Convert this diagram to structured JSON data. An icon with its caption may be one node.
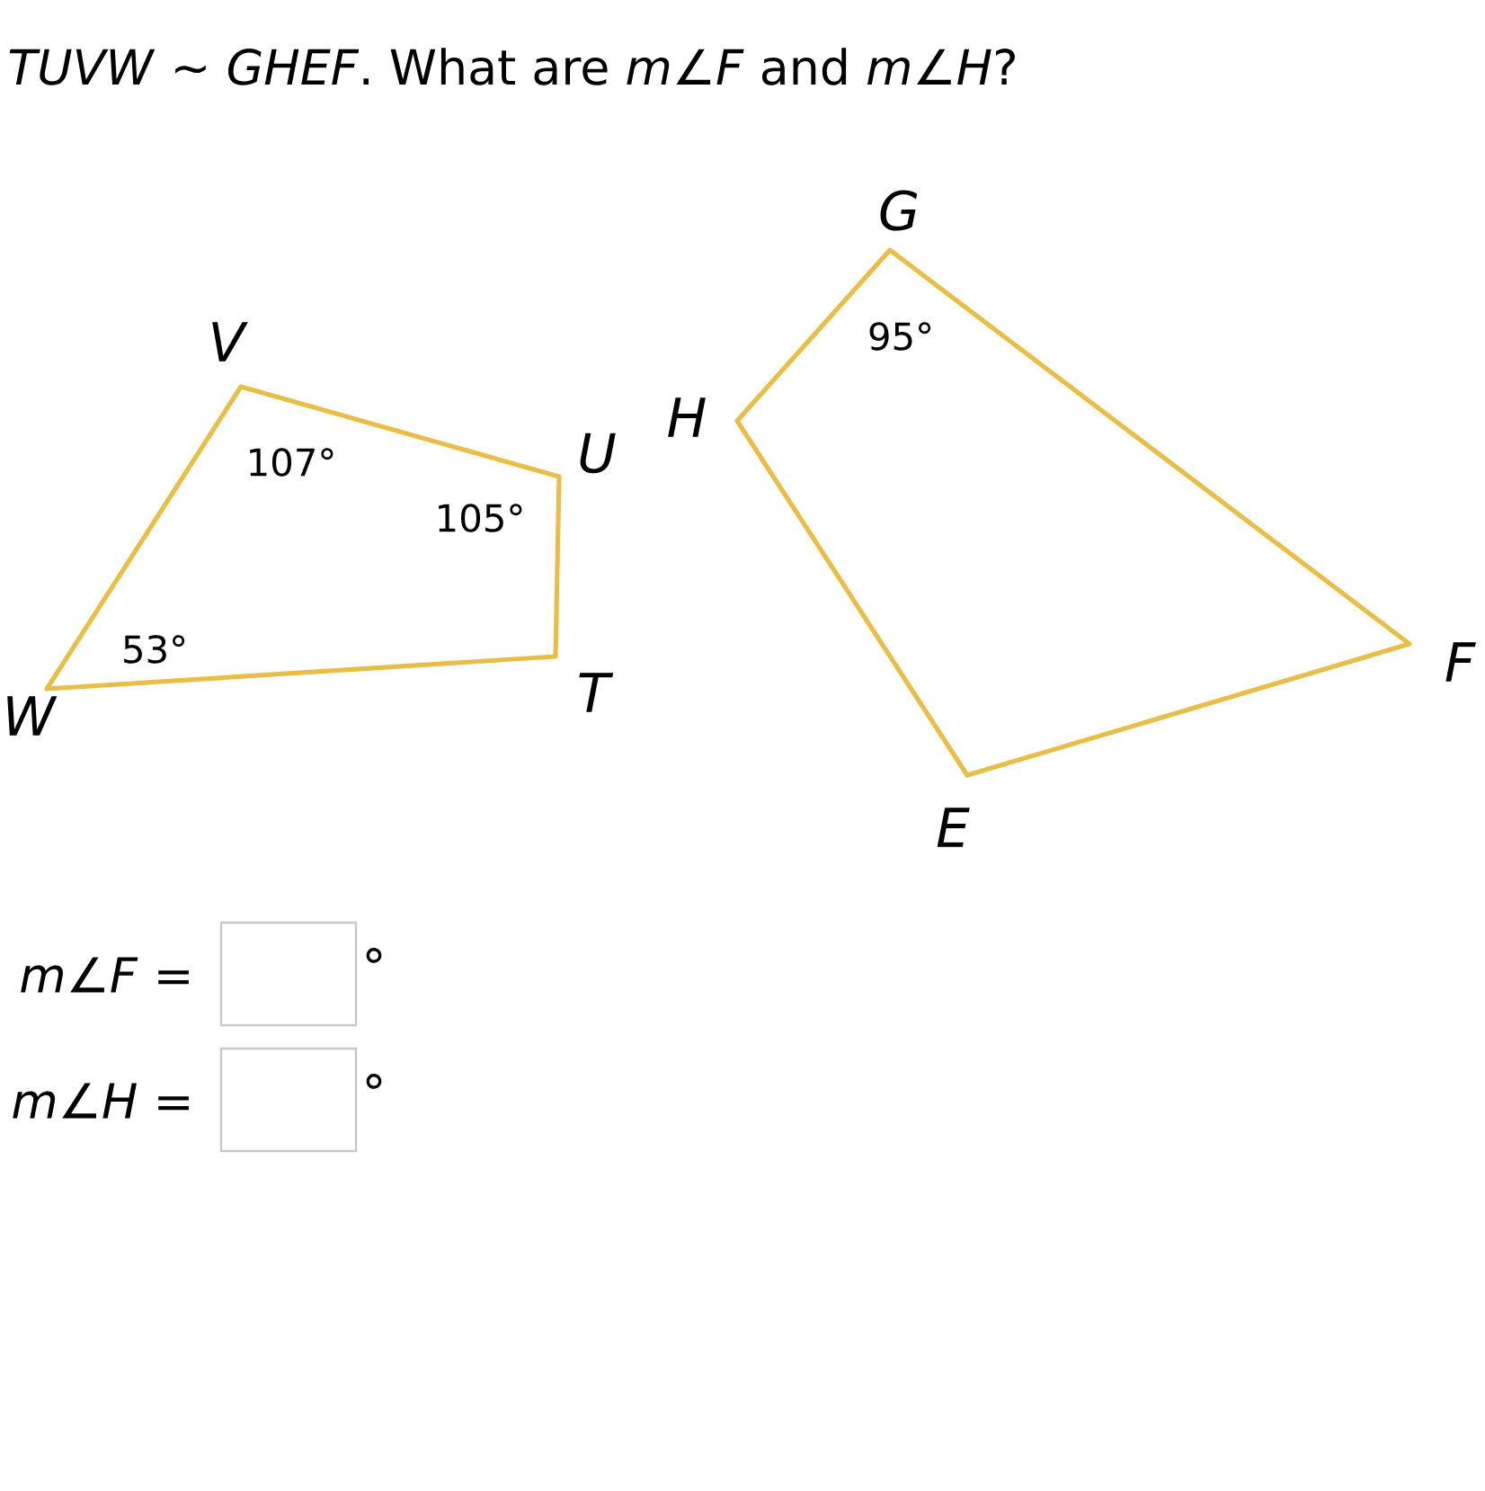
{
  "diagram": {
    "title": "*TUVW* ~ *GHEF*. What are *m∠F* and *m∠H*?",
    "labels": [
      "V",
      "U",
      "T",
      "W",
      "107°",
      "105°",
      "53°",
      "G",
      "H",
      "F",
      "E",
      "95°",
      "*m∠F* =",
      "°",
      "*m∠H* =",
      "°"
    ]
  }
}
